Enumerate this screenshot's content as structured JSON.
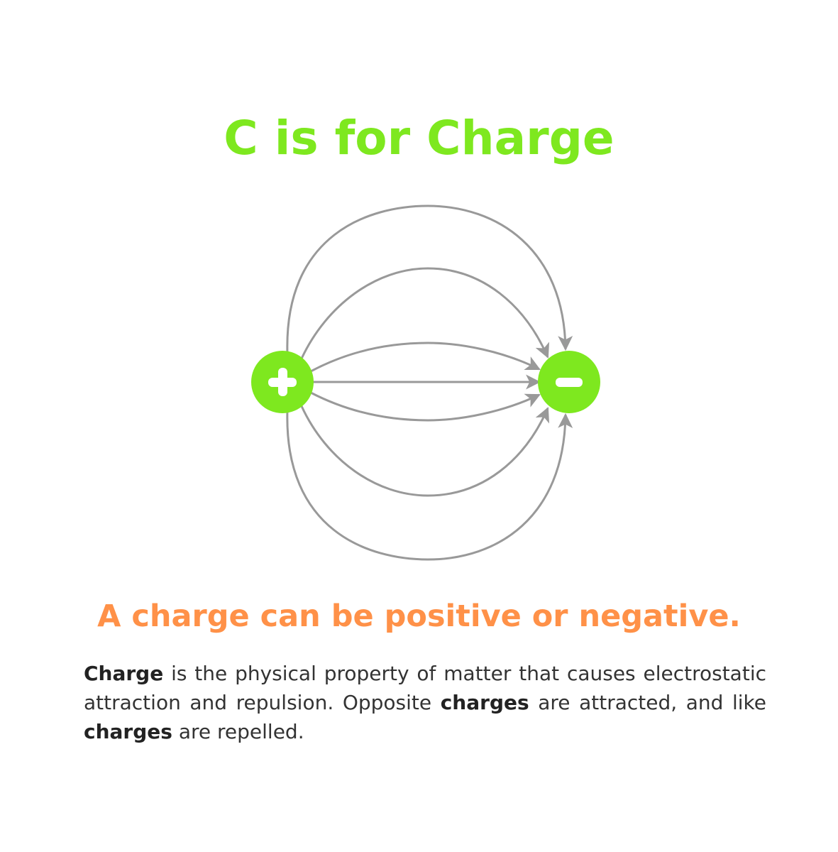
{
  "title": "C is for Charge",
  "subtitle": "A charge can be positive or negative.",
  "description": {
    "parts": [
      {
        "text": "Charge",
        "bold": true
      },
      {
        "text": " is the physical property of matter that causes electrostatic attraction and repulsion. Opposite ",
        "bold": false
      },
      {
        "text": "charges",
        "bold": true
      },
      {
        "text": " are attracted, and like ",
        "bold": false
      },
      {
        "text": "charges",
        "bold": true
      },
      {
        "text": " are repelled.",
        "bold": false
      }
    ]
  },
  "diagram": {
    "positive_charge": {
      "symbol": "+",
      "icon": "plus-icon"
    },
    "negative_charge": {
      "symbol": "-",
      "icon": "minus-icon"
    },
    "field_line_count": 7,
    "colors": {
      "charge_fill": "#7ee81f",
      "field_line": "#999999",
      "title": "#7ee81f",
      "subtitle": "#ff9148"
    }
  }
}
